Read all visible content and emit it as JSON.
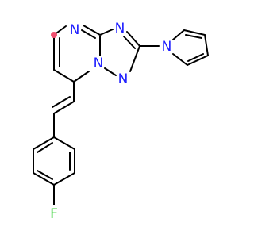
{
  "colors": {
    "background": "#ffffff",
    "bond": "#000000",
    "nitrogen": "#1a1aff",
    "fluorine": "#3bd13b",
    "aromatic_highlight": "#f05070"
  },
  "atom_labels": {
    "n_pyrimidine": "N",
    "n_triazole_upper": "N",
    "n_bridgehead": "N",
    "n_triazole_lower": "N",
    "n_pyrrole": "N",
    "f_substituent": "F"
  }
}
